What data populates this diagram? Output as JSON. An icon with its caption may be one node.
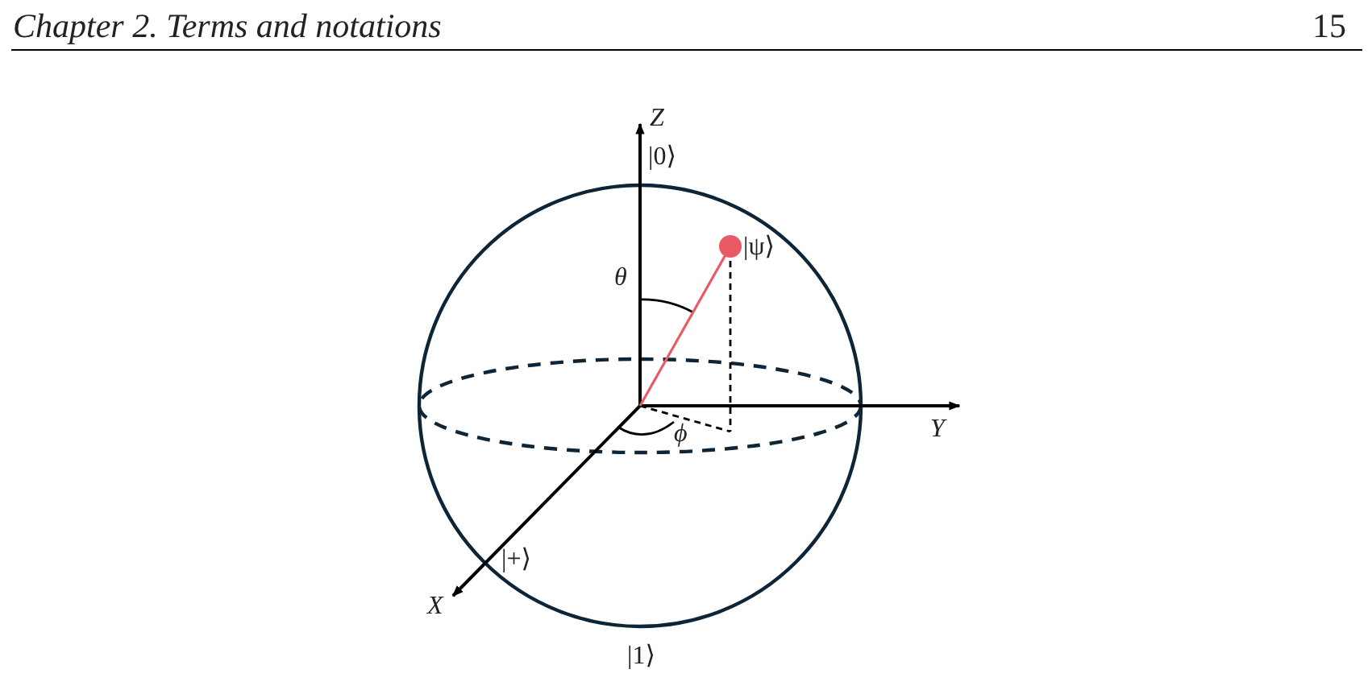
{
  "diagram": {
    "labels": [
      "Chapter 2. Terms and notations",
      "15",
      "Z",
      "|0⟩",
      "θ",
      "|ψ⟩",
      "Y",
      "ϕ",
      "|+⟩",
      "X",
      "|1⟩"
    ]
  }
}
